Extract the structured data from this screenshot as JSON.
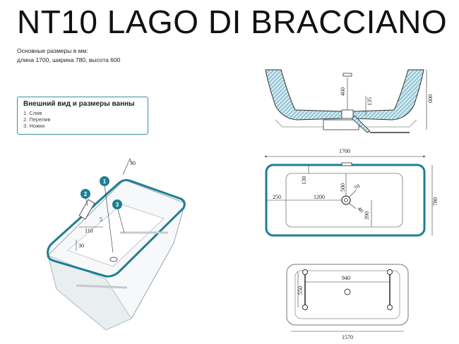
{
  "title": "NT10 LAGO DI BRACCIANO",
  "subtitle": {
    "line1": "Основные размеры в мм:",
    "line2": "длина 1700, ширина 780, высота 600"
  },
  "legend": {
    "title": "Внешний вид и размеры ванны",
    "items": [
      "1. Слив",
      "2. Перелив",
      "3. Ножки"
    ]
  },
  "colors": {
    "accent": "#1e7f92",
    "hatch": "#4aa3b8",
    "line": "#333333"
  },
  "iso_view": {
    "callouts": [
      "1",
      "2",
      "3"
    ],
    "dims": {
      "rim_offset": "30",
      "overflow_width": "110",
      "overflow_height": "5",
      "drain_offset": "30"
    }
  },
  "section_view": {
    "dims": {
      "overflow_height": "460",
      "total_height": "600",
      "drain_height": "135"
    }
  },
  "top_view": {
    "dims": {
      "length": "1700",
      "width": "780",
      "side_offset": "250",
      "top_offset": "130",
      "inner_length": "1200",
      "drain_y": "500",
      "drain_dia": "70",
      "drain_inner": "40",
      "drain_x": "390"
    }
  },
  "bottom_view": {
    "dims": {
      "feet_distance": "940",
      "feet_width": "550",
      "base_length": "1570"
    }
  }
}
